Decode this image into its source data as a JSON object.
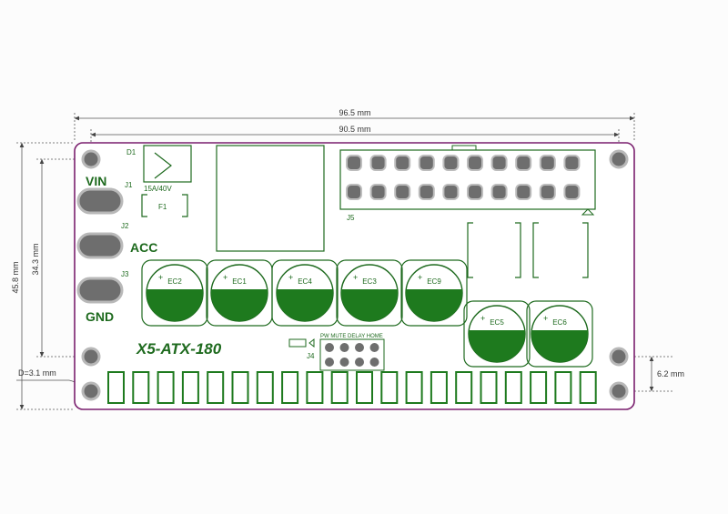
{
  "board": {
    "name": "X5-ATX-180",
    "outline_color": "#7a1f6e",
    "copper_color": "#1e7a1e",
    "silk_color": "#1e6a1e",
    "pad_color": "#6e6e6e"
  },
  "dimensions": {
    "overall_width": "96.5 mm",
    "hole_spacing_width": "90.5 mm",
    "overall_height": "45.8 mm",
    "hole_spacing_height": "34.3 mm",
    "hole_diameter": "D=3.1 mm",
    "hole_offset": "6.2 mm"
  },
  "labels": {
    "d1": "D1",
    "j1": "J1",
    "j1_rating": "15A/40V",
    "f1": "F1",
    "j2": "J2",
    "j3": "J3",
    "j4": "J4",
    "j5": "J5",
    "vin": "VIN",
    "acc": "ACC",
    "gnd": "GND",
    "j4_pins": "PW MUTE DELAY HOME"
  },
  "capacitors_top": [
    "EC2",
    "EC1",
    "EC4",
    "EC3",
    "EC9"
  ],
  "capacitors_bottom": [
    "EC5",
    "EC6"
  ],
  "connector_pad_count": 20
}
